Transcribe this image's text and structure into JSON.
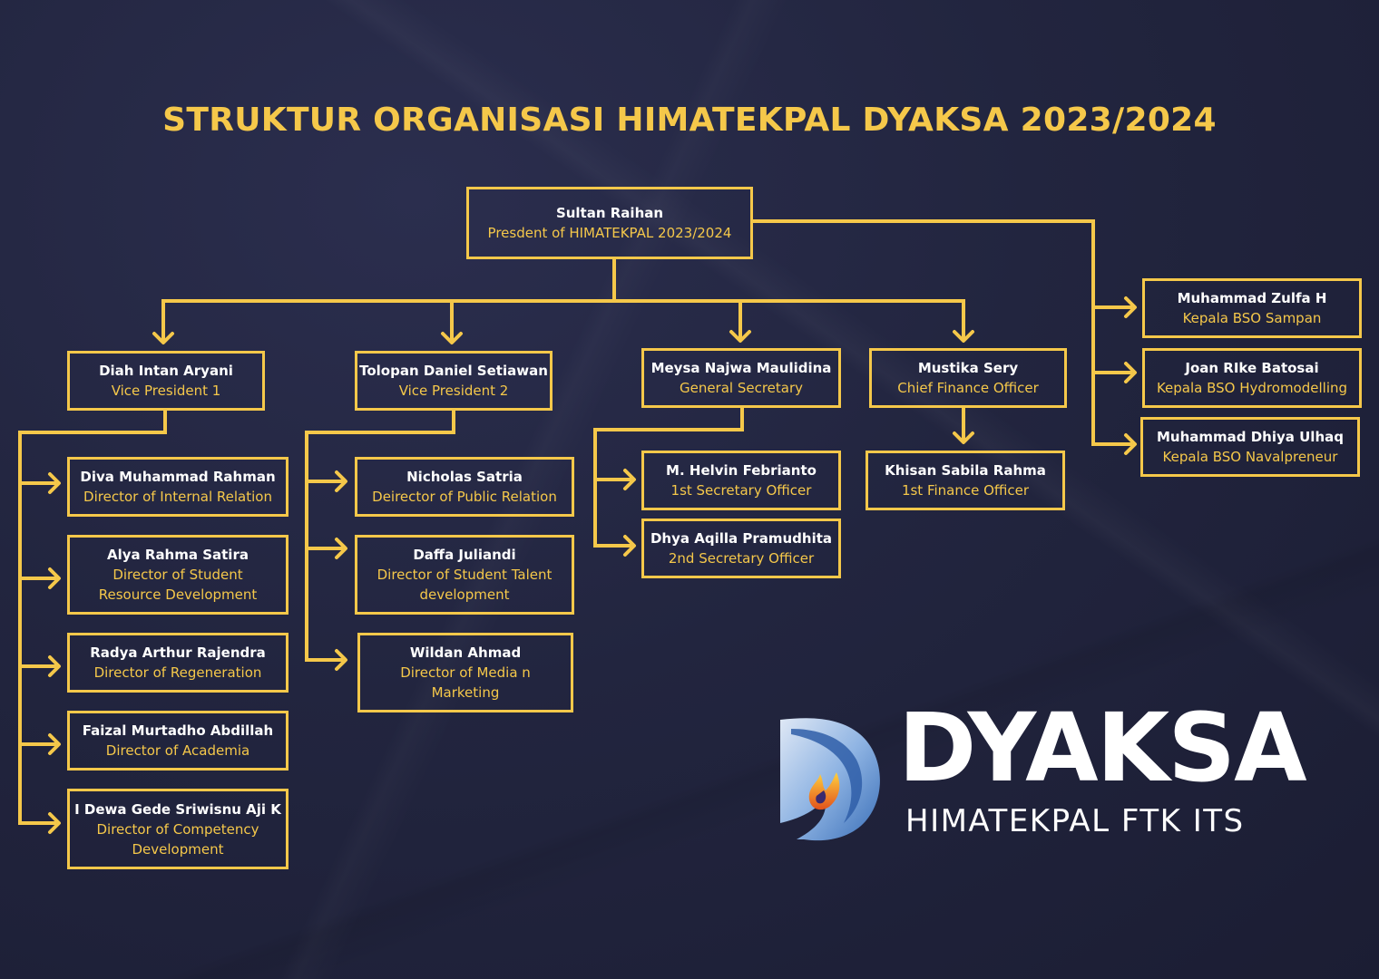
{
  "title": "STRUKTUR ORGANISASI HIMATEKPAL DYAKSA 2023/2024",
  "colors": {
    "accent": "#f5c84a",
    "background": "#22253f",
    "name_text": "#ffffff"
  },
  "nodes": {
    "president": {
      "name": "Sultan Raihan",
      "role": "Presdent of HIMATEKPAL 2023/2024"
    },
    "vp1": {
      "name": "Diah Intan Aryani",
      "role": "Vice President 1"
    },
    "vp2": {
      "name": "Tolopan Daniel Setiawan",
      "role": "Vice President 2"
    },
    "gensec": {
      "name": "Meysa Najwa Maulidina",
      "role": "General Secretary"
    },
    "cfo": {
      "name": "Mustika Sery",
      "role": "Chief Finance Officer"
    },
    "dir_internal": {
      "name": "Diva Muhammad Rahman",
      "role": "Director of Internal Relation"
    },
    "dir_student_resource": {
      "name": "Alya Rahma Satira",
      "role": "Director of Student Resource Development"
    },
    "dir_regeneration": {
      "name": "Radya Arthur Rajendra",
      "role": "Director of Regeneration"
    },
    "dir_academia": {
      "name": "Faizal Murtadho Abdillah",
      "role": "Director of Academia"
    },
    "dir_competency": {
      "name": "I Dewa Gede Sriwisnu Aji K",
      "role": "Director of Competency Development"
    },
    "dir_public_relation": {
      "name": "Nicholas Satria",
      "role": "Deirector of Public Relation"
    },
    "dir_student_talent": {
      "name": "Daffa Juliandi",
      "role": "Director of Student Talent development"
    },
    "dir_media": {
      "name": "Wildan Ahmad",
      "role": "Director of Media n Marketing"
    },
    "sec1": {
      "name": "M. Helvin Febrianto",
      "role": "1st Secretary Officer"
    },
    "sec2": {
      "name": "Dhya Aqilla Pramudhita",
      "role": "2nd Secretary Officer"
    },
    "fin1": {
      "name": "Khisan Sabila Rahma",
      "role": "1st Finance Officer"
    },
    "bso_sampan": {
      "name": "Muhammad Zulfa H",
      "role": "Kepala BSO Sampan"
    },
    "bso_hydro": {
      "name": "Joan RIke Batosai",
      "role": "Kepala BSO Hydromodelling"
    },
    "bso_naval": {
      "name": "Muhammad Dhiya Ulhaq",
      "role": "Kepala BSO Navalpreneur"
    }
  },
  "brand": {
    "name": "DYAKSA",
    "subtitle": "HIMATEKPAL FTK ITS",
    "logo_icon": "dyaksa-flame-logo-icon"
  }
}
